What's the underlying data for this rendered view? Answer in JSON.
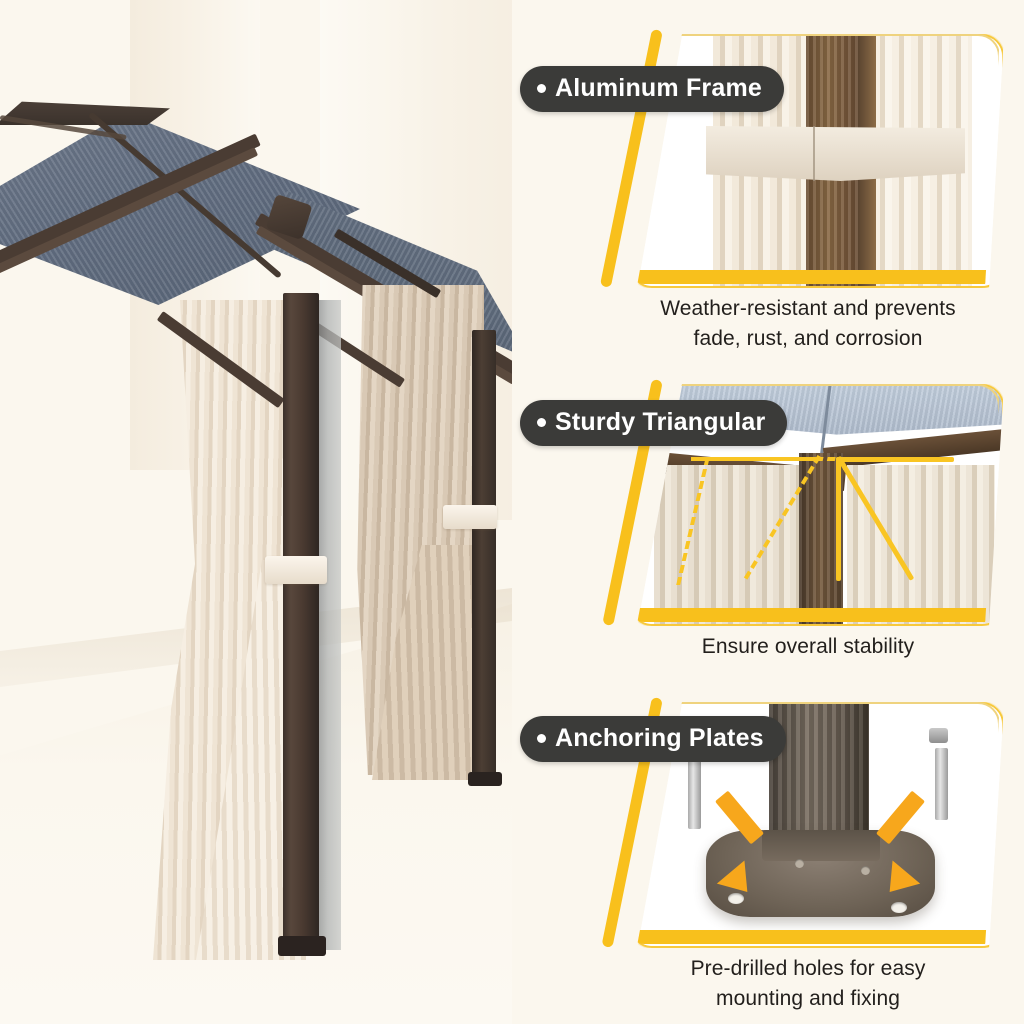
{
  "theme": {
    "background": "#FBF7EE",
    "accent_yellow": "#F8C01C",
    "badge_dark": "#3B3B39",
    "caption_text": "#221F1C",
    "arrow_orange": "#F7A71C",
    "roof_slate": "#616D80",
    "frame_brown": "#4A3C33",
    "curtain_cream": "#EFE4D4"
  },
  "hero": {
    "name": "hardtop-gazebo-photo",
    "alt": "Aluminum hardtop gazebo with blue-grey polycarbonate roof and cream privacy curtains"
  },
  "features": [
    {
      "id": "aluminum-frame",
      "badge": "Aluminum Frame",
      "caption_line1": "Weather-resistant and prevents",
      "caption_line2": "fade, rust, and corrosion",
      "image_alt": "Close-up of cream curtain tied around brown aluminum post with fabric band"
    },
    {
      "id": "sturdy-triangular",
      "badge": "Sturdy Triangular",
      "caption_line1": "Ensure overall stability",
      "caption_line2": "",
      "image_alt": "Gazebo corner showing highlighted triangular support brackets under the roof"
    },
    {
      "id": "anchoring-plates",
      "badge": "Anchoring Plates",
      "caption_line1": "Pre-drilled holes for easy",
      "caption_line2": "mounting and fixing",
      "image_alt": "Base of post on anchoring plate with pre-drilled holes, arrows and expansion bolts"
    }
  ]
}
